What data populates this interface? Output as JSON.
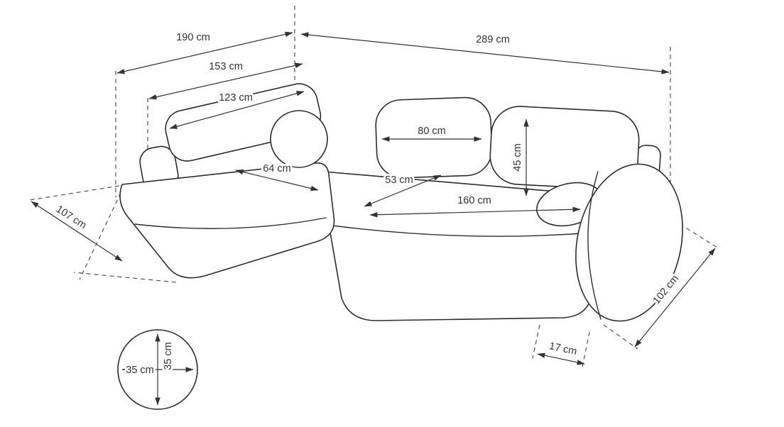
{
  "diagram": {
    "type": "corner-sofa-dimension-drawing",
    "unit": "cm",
    "background": "#ffffff",
    "line_color": "#2c2c2c",
    "text_color": "#333333",
    "labels": {
      "left_section_depth": "190 cm",
      "total_width": "289 cm",
      "left_section_inner_depth": "153 cm",
      "left_backrest_width": "123 cm",
      "back_cushion_width": "80 cm",
      "back_cushion_height": "45 cm",
      "corner_seat_depth": "64 cm",
      "seat_depth": "53 cm",
      "seat_width": "160 cm",
      "left_side_depth": "107 cm",
      "right_side_depth": "102 cm",
      "armrest_width": "17 cm",
      "pillow_width": "35 cm",
      "pillow_height": "35 cm"
    }
  }
}
